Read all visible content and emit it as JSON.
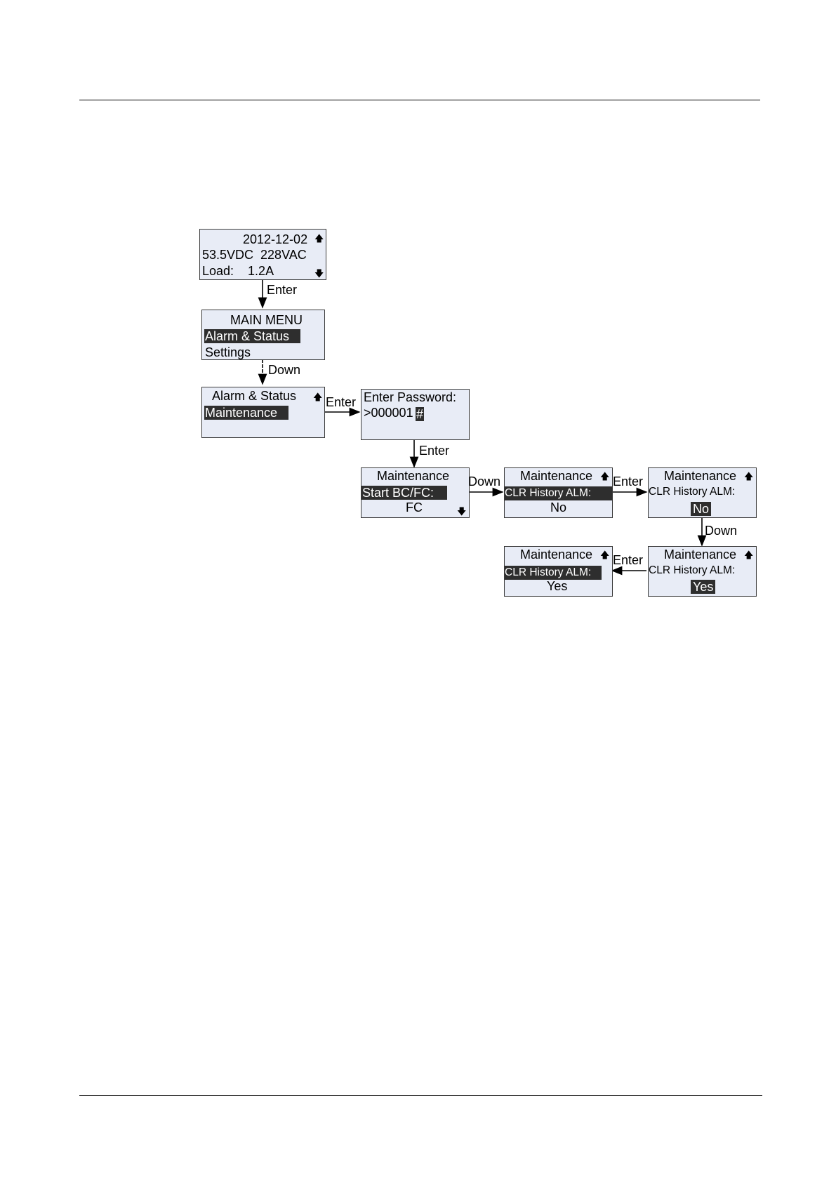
{
  "flow": {
    "home": {
      "date": "2012-12-02",
      "readings": "53.5VDC  228VAC",
      "load": "Load:    1.2A"
    },
    "main_menu": {
      "title": "MAIN MENU",
      "selected": "Alarm & Status",
      "item2": "Settings"
    },
    "alarm_status": {
      "title": "Alarm & Status",
      "selected": "Maintenance"
    },
    "password": {
      "title": "Enter Password:",
      "value": ">000001",
      "cursor": "#"
    },
    "maint1": {
      "title": "Maintenance",
      "selected": "Start BC/FC:",
      "value": "FC"
    },
    "maint2": {
      "title": "Maintenance",
      "selected": "CLR History ALM:",
      "value": "No"
    },
    "maint3": {
      "title": "Maintenance",
      "label": "CLR History ALM:",
      "selected": "No"
    },
    "maint4": {
      "title": "Maintenance",
      "label": "CLR History ALM:",
      "selected": "Yes"
    },
    "maint5": {
      "title": "Maintenance",
      "selected": "CLR History ALM:",
      "value": "Yes"
    }
  },
  "transitions": {
    "home_to_menu": "Enter",
    "menu_to_alarm": "Down",
    "alarm_to_password": "Enter",
    "password_to_maint": "Enter",
    "maint1_to_maint2": "Down",
    "maint2_to_maint3": "Enter",
    "maint3_to_maint4": "Down",
    "maint4_to_maint5": "Enter"
  },
  "icons": {
    "up": "arrow-up-icon",
    "down": "arrow-down-icon"
  }
}
